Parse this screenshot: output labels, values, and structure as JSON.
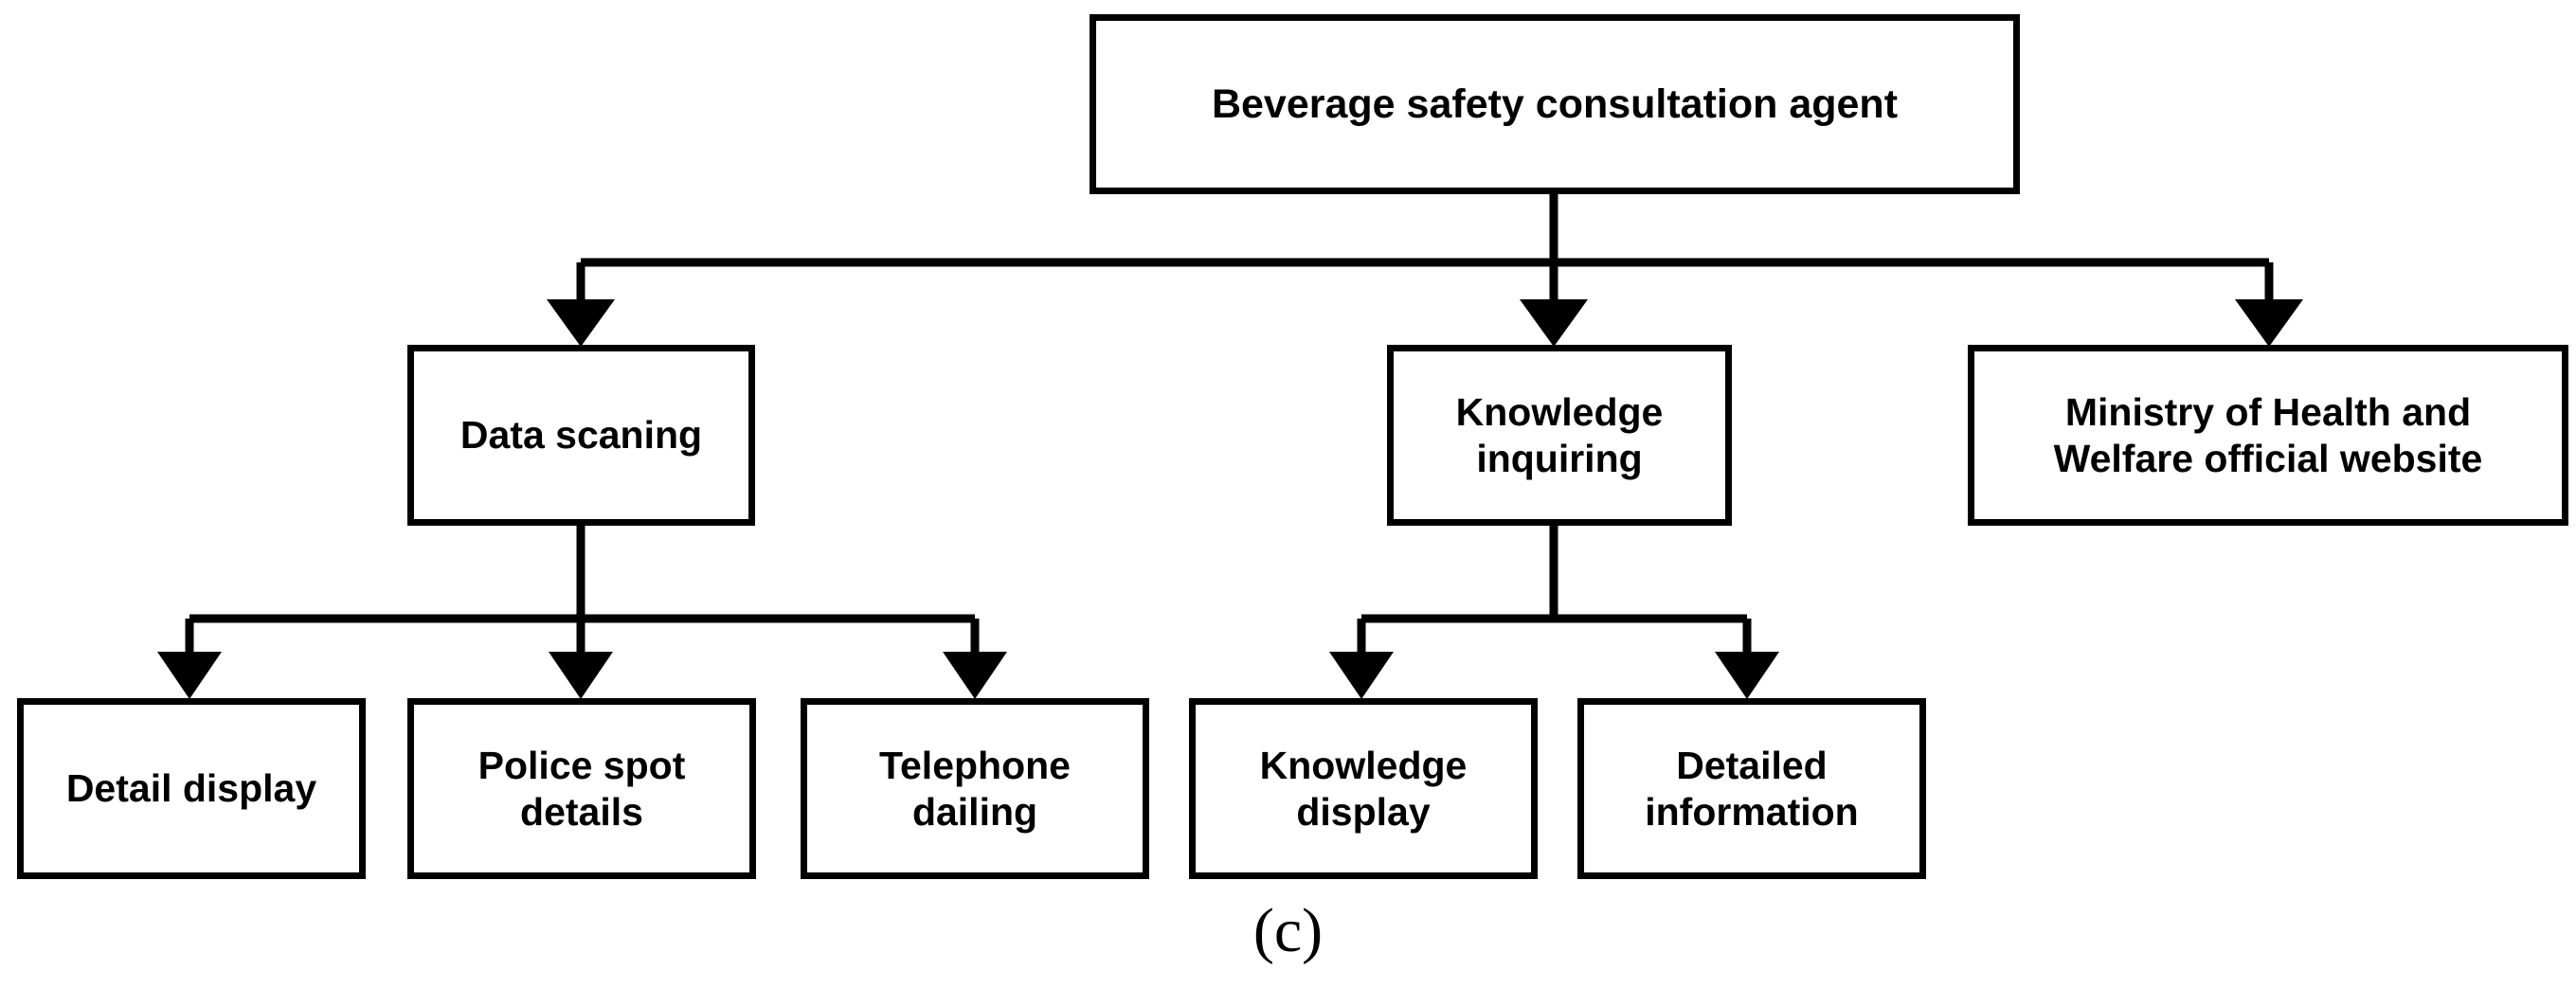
{
  "figure": {
    "caption": "(c)",
    "background_color": "#ffffff",
    "stroke_color": "#000000"
  },
  "diagram": {
    "type": "tree",
    "root": {
      "id": "beverage-safety-consultation-agent",
      "label": "Beverage safety consultation agent"
    },
    "level2": [
      {
        "id": "data-scaning",
        "label": "Data scaning"
      },
      {
        "id": "knowledge-inquiring",
        "label": "Knowledge\ninquiring"
      },
      {
        "id": "ministry-of-health-and-welfare-official-website",
        "label": "Ministry of Health and\nWelfare official website"
      }
    ],
    "level3": [
      {
        "id": "detail-display",
        "label": "Detail display",
        "parent": "data-scaning"
      },
      {
        "id": "police-spot-details",
        "label": "Police spot\ndetails",
        "parent": "data-scaning"
      },
      {
        "id": "telephone-dailing",
        "label": "Telephone\ndailing",
        "parent": "data-scaning"
      },
      {
        "id": "knowledge-display",
        "label": "Knowledge\ndisplay",
        "parent": "knowledge-inquiring"
      },
      {
        "id": "detailed-information",
        "label": "Detailed\ninformation",
        "parent": "knowledge-inquiring"
      }
    ],
    "edges": [
      {
        "from": "beverage-safety-consultation-agent",
        "to": "data-scaning"
      },
      {
        "from": "beverage-safety-consultation-agent",
        "to": "knowledge-inquiring"
      },
      {
        "from": "beverage-safety-consultation-agent",
        "to": "ministry-of-health-and-welfare-official-website"
      },
      {
        "from": "data-scaning",
        "to": "detail-display"
      },
      {
        "from": "data-scaning",
        "to": "police-spot-details"
      },
      {
        "from": "data-scaning",
        "to": "telephone-dailing"
      },
      {
        "from": "knowledge-inquiring",
        "to": "knowledge-display"
      },
      {
        "from": "knowledge-inquiring",
        "to": "detailed-information"
      }
    ]
  }
}
